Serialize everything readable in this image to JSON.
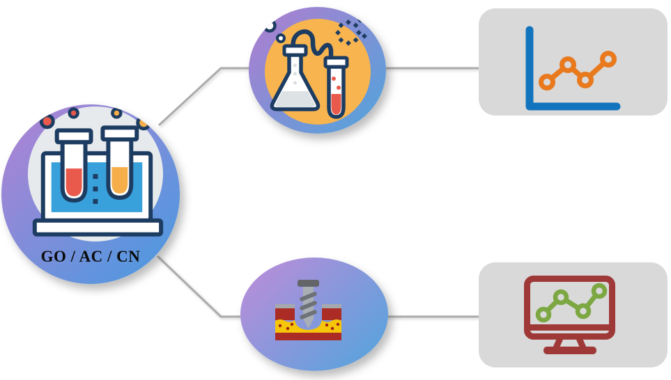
{
  "nodes": {
    "source": {
      "label": "GO / AC / CN",
      "icon": "test-tubes-tank-icon"
    },
    "top_branch": {
      "icon": "chemistry-flask-icon"
    },
    "bottom_branch": {
      "icon": "screw-implant-icon"
    },
    "top_result": {
      "icon": "line-chart-icon"
    },
    "bottom_result": {
      "icon": "monitor-chart-icon"
    }
  },
  "connectors": {
    "count": 4,
    "style": "gray elbow and straight lines linking source node to branch nodes and branch nodes to result cards"
  },
  "colors": {
    "node_gradient_start": "#b482d3",
    "node_gradient_end": "#459ae1",
    "inner_disc": "#e7eaec",
    "flask_disc": "#f8b54f",
    "card_bg": "#d9d9d9",
    "connector": "#ababab",
    "axis_blue": "#1274bd",
    "line_orange": "#e8791d",
    "monitor_red": "#9e3937",
    "line_green": "#7ca742",
    "icon_outline_navy": "#1d3c62",
    "liquid_red": "#ea5a4c",
    "liquid_orange": "#f5ae49",
    "tank_blue": "#38a1db",
    "soil_red": "#ab2c24",
    "soil_yellow": "#f6c60b",
    "screw_gray": "#a9afb4"
  }
}
